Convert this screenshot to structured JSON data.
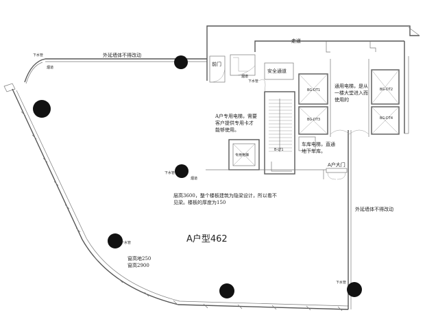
{
  "labels": {
    "corridor": "走道",
    "exterior_wall_top": "外延墙体不得改动",
    "exterior_wall_right": "外延墙体不得改动",
    "vestibule": "前门",
    "safety_passage": "安全通道",
    "private_elevator": "专用电梯",
    "lift_bg_dt1": "BG-DT1",
    "lift_bg_dt3": "BG-DT3",
    "lift_bg_dt2": "BG-DT2",
    "lift_bg_dt4": "BG-DT4",
    "lift_b_lt1": "B-LT1",
    "private_elevator_note": [
      "A户专用电梯，需要",
      "客户提供专用卡才",
      "能够使用。"
    ],
    "common_elevator_note": [
      "通用电梯，是从",
      "一楼大堂进入而",
      "使用的"
    ],
    "garage_elevator_note": [
      "车库电梯，直通",
      "地下车库。"
    ],
    "unit_door": "A户大门",
    "floor_note": [
      "层高3600，整个楼板建筑为隐梁设计，所以看不",
      "见梁。楼板的厚度为150"
    ],
    "unit_name": "A户型462",
    "window_note": [
      "窗高地250",
      "窗高2900"
    ],
    "small_tags": [
      "下水管",
      "烟道",
      "下水管",
      "烟道",
      "下水管",
      "烟道",
      "下水管",
      "下水管"
    ]
  }
}
